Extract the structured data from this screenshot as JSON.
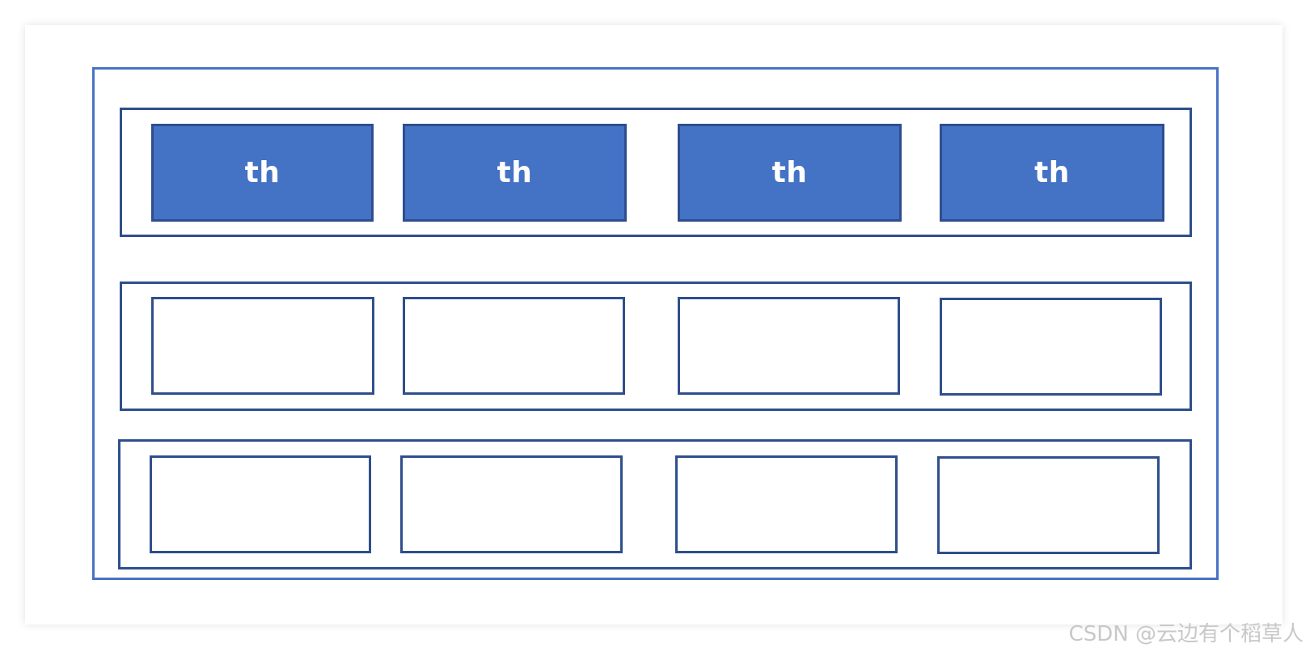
{
  "diagram": {
    "header_row": {
      "cells": [
        {
          "label": "th"
        },
        {
          "label": "th"
        },
        {
          "label": "th"
        },
        {
          "label": "th"
        }
      ]
    },
    "body_rows": [
      {
        "cells": [
          {},
          {},
          {},
          {}
        ]
      },
      {
        "cells": [
          {},
          {},
          {},
          {}
        ]
      }
    ]
  },
  "watermark": "CSDN @云边有个稻草人",
  "colors": {
    "header_fill": "#4472c4",
    "cell_border": "#2f4f8c",
    "outer_border": "#4a72c4",
    "watermark_text": "#c8c8c8"
  }
}
